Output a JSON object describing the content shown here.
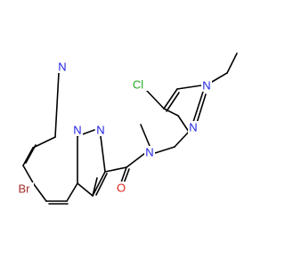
{
  "colors": {
    "bond": "#000000",
    "nitrogen": "#1f1fe6",
    "oxygen": "#e8211a",
    "bromine": "#a52a2a",
    "chlorine": "#22aa22",
    "background": "#ffffff"
  },
  "atom_labels": {
    "n_pyrimidine": "N",
    "n_bridge_1": "N",
    "n_bridge_2": "N",
    "br": "Br",
    "oxygen": "O",
    "n_amide": "N",
    "cl": "Cl",
    "n_pyrazole_2": "N",
    "n_pyrazole_1": "N"
  }
}
